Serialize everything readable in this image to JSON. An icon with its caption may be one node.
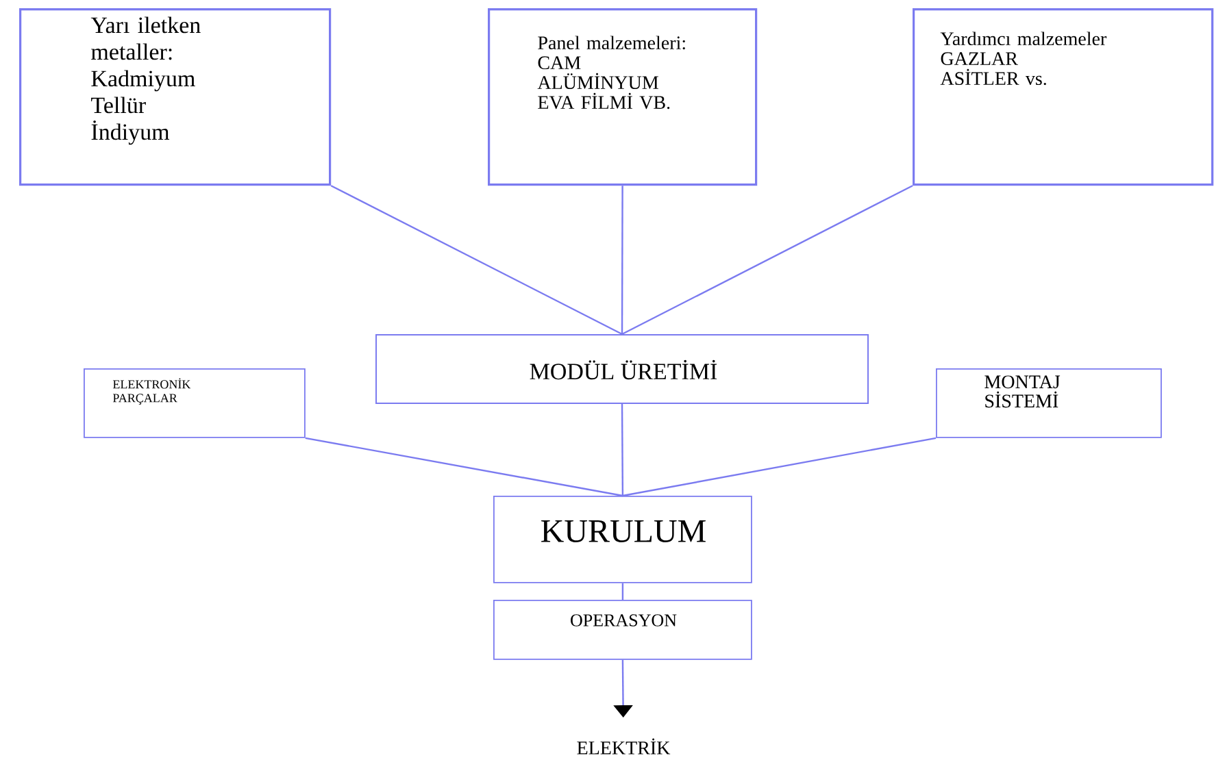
{
  "diagram": {
    "nodes": [
      {
        "text": [
          "Yarı iletken metaller:",
          "Kadmiyum",
          "Tellür",
          "İndiyum"
        ]
      },
      {
        "text": [
          "Panel malzemeleri:",
          "CAM",
          "ALÜMİNYUM",
          "EVA FİLMİ VB."
        ]
      },
      {
        "text": [
          "Yardımcı malzemeler",
          "GAZLAR",
          "ASİTLER vs."
        ]
      },
      {
        "text": [
          "MODÜL ÜRETİMİ"
        ]
      },
      {
        "text": [
          "ELEKTRONİK PARÇALAR"
        ]
      },
      {
        "text": [
          "MONTAJ SİSTEMİ"
        ]
      },
      {
        "text": [
          "KURULUM"
        ]
      },
      {
        "text": [
          "OPERASYON"
        ]
      },
      {
        "text": [
          "ELEKTRİK"
        ]
      }
    ],
    "edges": [
      {
        "from": 0,
        "to": 3,
        "arrow": "none"
      },
      {
        "from": 1,
        "to": 3,
        "arrow": "none"
      },
      {
        "from": 2,
        "to": 3,
        "arrow": "none"
      },
      {
        "from": 3,
        "to": 6,
        "arrow": "none"
      },
      {
        "from": 4,
        "to": 6,
        "arrow": "none"
      },
      {
        "from": 5,
        "to": 6,
        "arrow": "none"
      },
      {
        "from": 6,
        "to": 7,
        "arrow": "none"
      },
      {
        "from": 7,
        "to": 8,
        "arrow": "to"
      }
    ]
  }
}
